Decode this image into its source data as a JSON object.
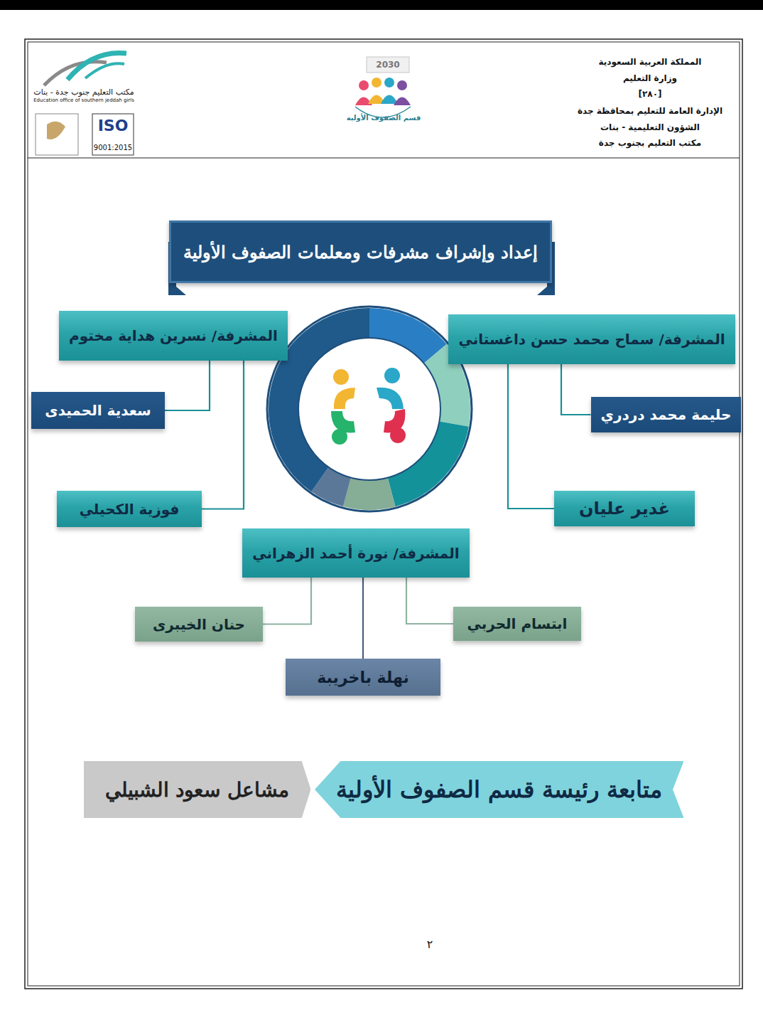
{
  "diagram": {
    "title": "إعداد وإشراف مشرفات ومعلمات الصفوف الأولية",
    "nodes": [
      {
        "text": [
          "المشرفة/ سماح محمد حسن داغستاني"
        ]
      },
      {
        "text": [
          "المشرفة/ نسرين هداية مختوم"
        ]
      },
      {
        "text": [
          "حليمة محمد دردري"
        ]
      },
      {
        "text": [
          "سعدية الحميدى"
        ]
      },
      {
        "text": [
          "غدير عليان"
        ]
      },
      {
        "text": [
          "فوزية الكحيلي"
        ]
      },
      {
        "text": [
          "المشرفة/ نورة أحمد الزهراني"
        ]
      },
      {
        "text": [
          "ابتسام الحربي"
        ]
      },
      {
        "text": [
          "حنان الخيبرى"
        ]
      },
      {
        "text": [
          "نهلة باخريبة"
        ]
      },
      {
        "text": [
          "متابعة رئيسة قسم الصفوف الأولية"
        ]
      },
      {
        "text": [
          "مشاعل سعود الشبيلي"
        ]
      }
    ],
    "edges": [
      {
        "from": 0,
        "to": 2,
        "arrow": "none"
      },
      {
        "from": 0,
        "to": 4,
        "arrow": "none"
      },
      {
        "from": 1,
        "to": 3,
        "arrow": "none"
      },
      {
        "from": 1,
        "to": 5,
        "arrow": "none"
      },
      {
        "from": 6,
        "to": 7,
        "arrow": "none"
      },
      {
        "from": 6,
        "to": 8,
        "arrow": "none"
      },
      {
        "from": 6,
        "to": 9,
        "arrow": "none"
      }
    ],
    "labels": [
      "المملكة العربية السعودية",
      "وزارة التعليم",
      "[٢٨٠]",
      "الإدارة العامة للتعليم بمحافظة جدة",
      "الشؤون التعليمية - بنات",
      "مكتب التعليم بجنوب جدة",
      "مكتب التعليم جنوب جدة - بنات",
      "Education office of southern jeddah girls",
      "ISO",
      "9001:2015",
      "قسم الصفوف الأولية",
      "2030",
      "٢"
    ]
  }
}
